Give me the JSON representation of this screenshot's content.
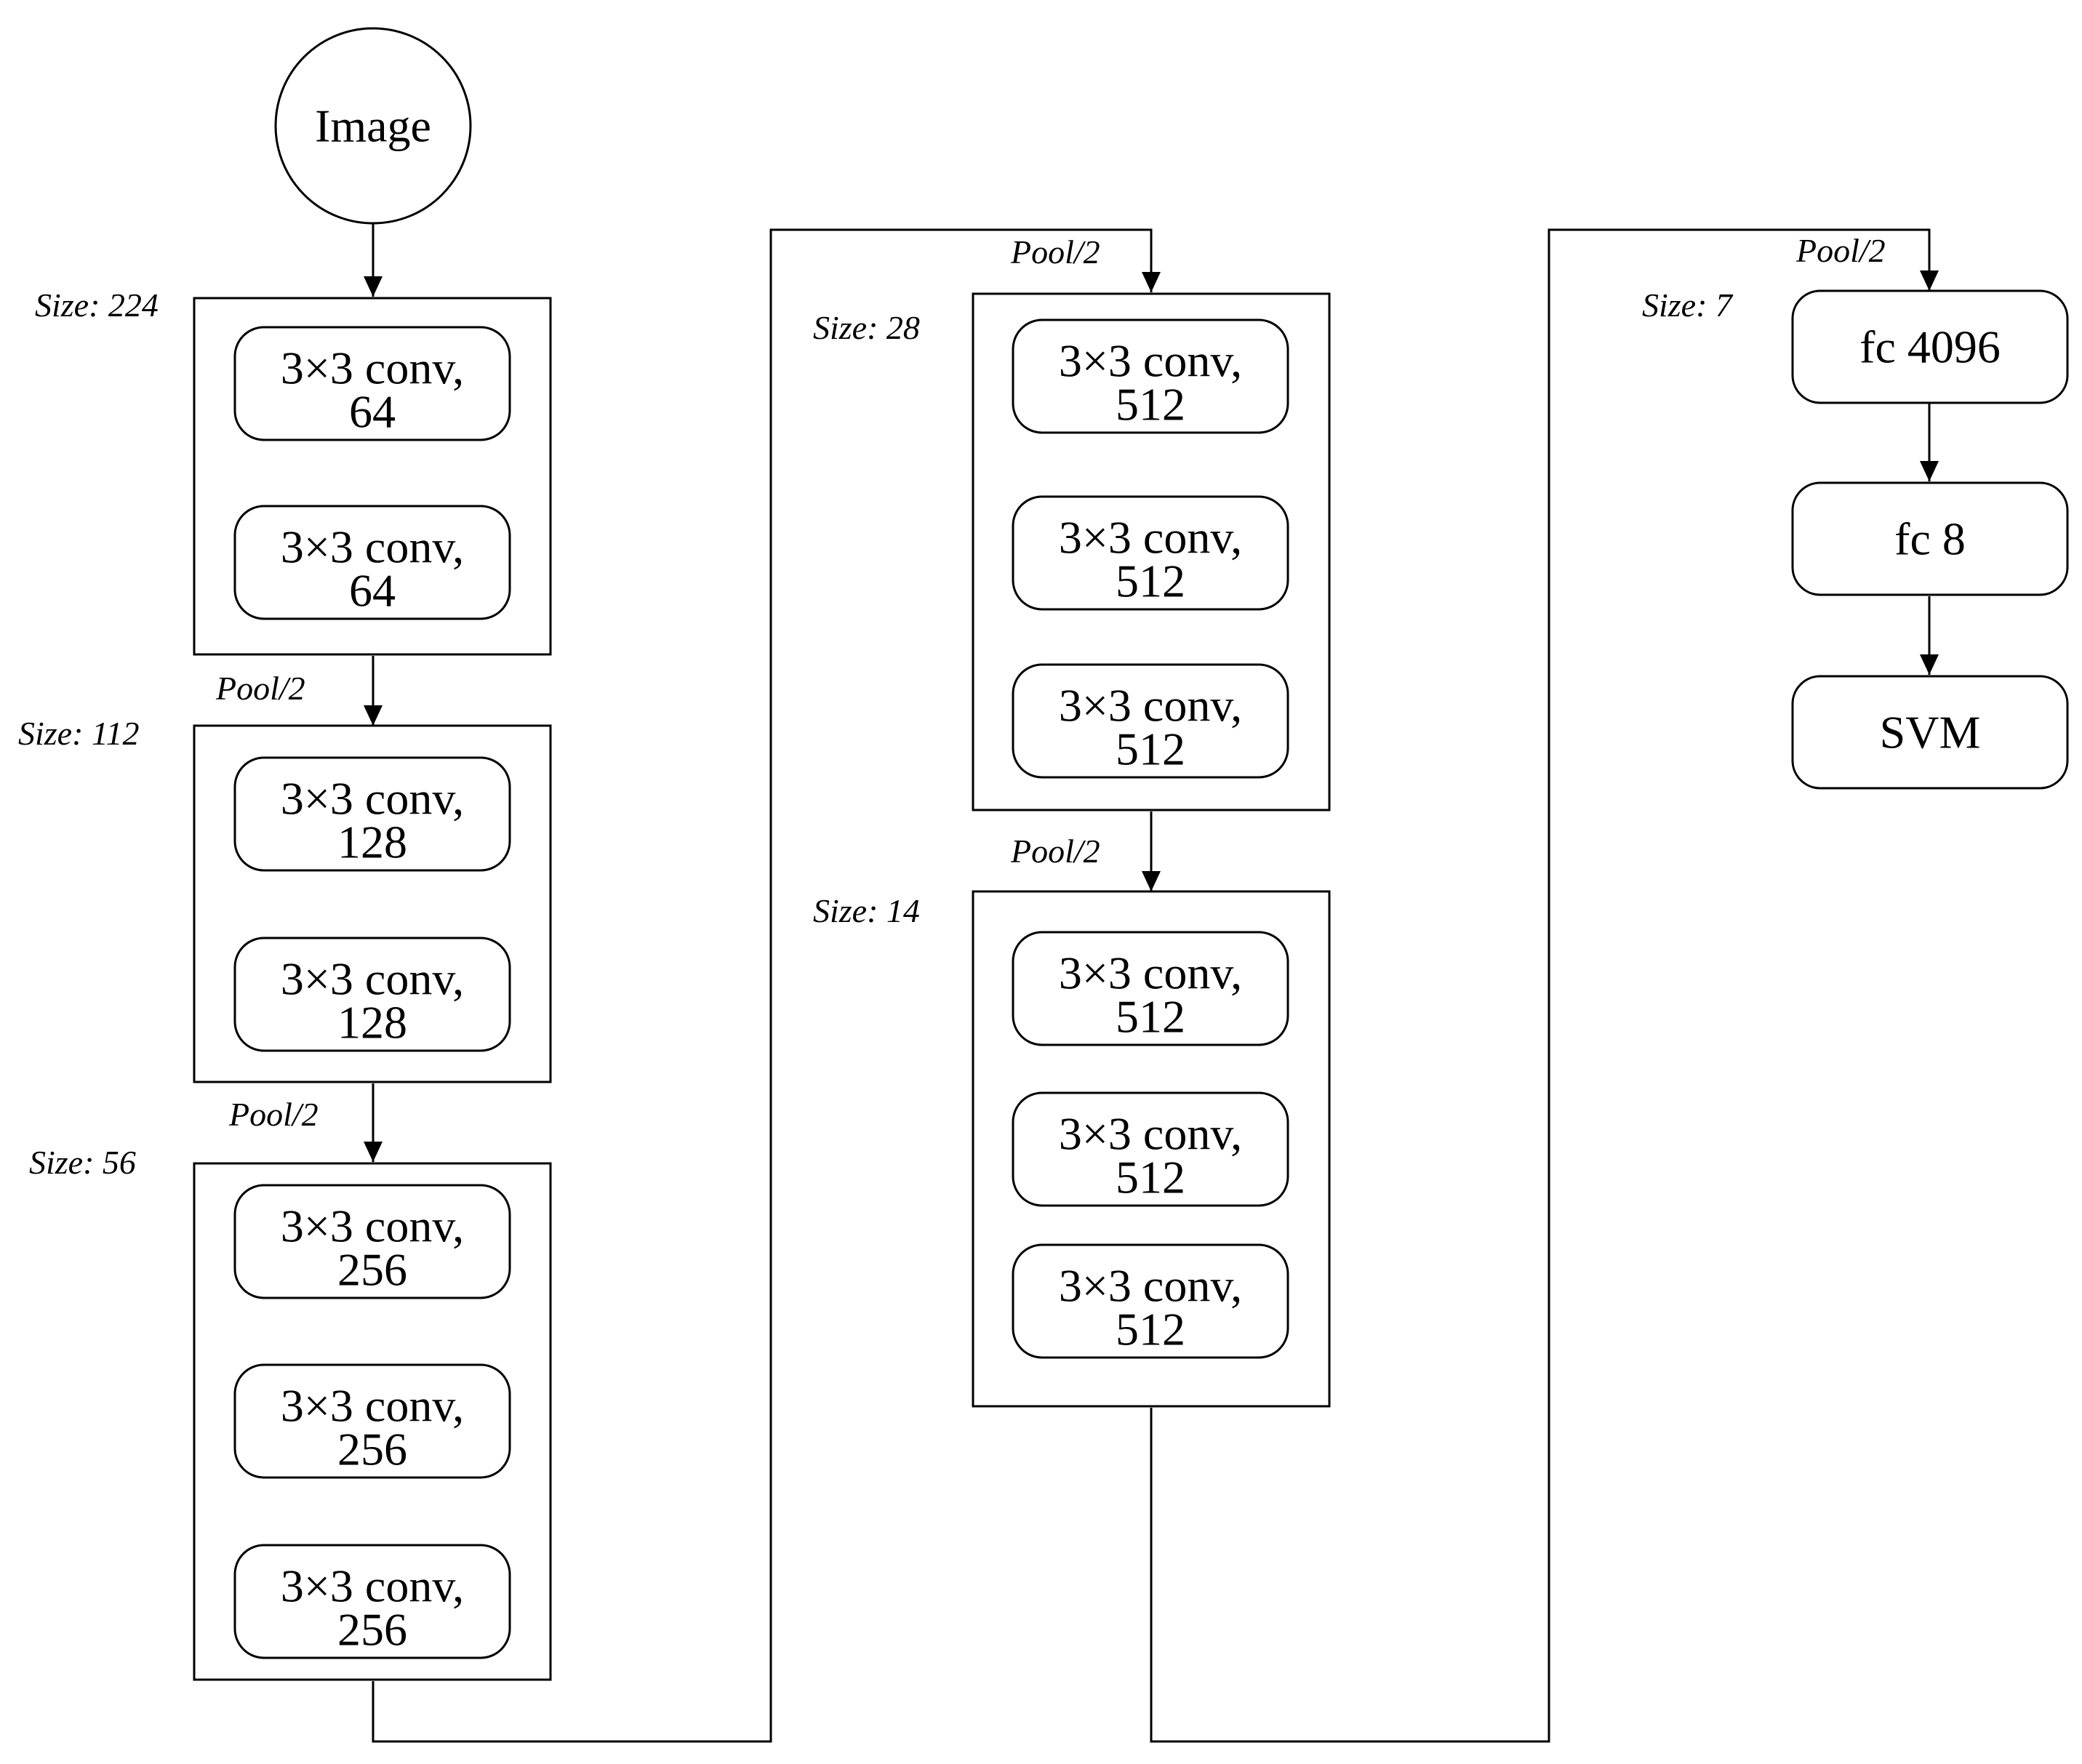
{
  "input": {
    "label": "Image"
  },
  "blocks": [
    {
      "size_label": "Size: 224",
      "pool_label": "",
      "layers": [
        {
          "line1": "3×3 conv,",
          "line2": "64"
        },
        {
          "line1": "3×3 conv,",
          "line2": "64"
        }
      ]
    },
    {
      "size_label": "Size: 112",
      "pool_label": "Pool/2",
      "layers": [
        {
          "line1": "3×3 conv,",
          "line2": "128"
        },
        {
          "line1": "3×3 conv,",
          "line2": "128"
        }
      ]
    },
    {
      "size_label": "Size: 56",
      "pool_label": "Pool/2",
      "layers": [
        {
          "line1": "3×3 conv,",
          "line2": "256"
        },
        {
          "line1": "3×3 conv,",
          "line2": "256"
        },
        {
          "line1": "3×3 conv,",
          "line2": "256"
        }
      ]
    },
    {
      "size_label": "Size: 28",
      "pool_label": "Pool/2",
      "layers": [
        {
          "line1": "3×3 conv,",
          "line2": "512"
        },
        {
          "line1": "3×3 conv,",
          "line2": "512"
        },
        {
          "line1": "3×3 conv,",
          "line2": "512"
        }
      ]
    },
    {
      "size_label": "Size: 14",
      "pool_label": "Pool/2",
      "layers": [
        {
          "line1": "3×3 conv,",
          "line2": "512"
        },
        {
          "line1": "3×3 conv,",
          "line2": "512"
        },
        {
          "line1": "3×3 conv,",
          "line2": "512"
        }
      ]
    }
  ],
  "head": {
    "size_label": "Size: 7",
    "pool_label": "Pool/2",
    "layers": [
      "fc 4096",
      "fc 8",
      "SVM"
    ]
  }
}
